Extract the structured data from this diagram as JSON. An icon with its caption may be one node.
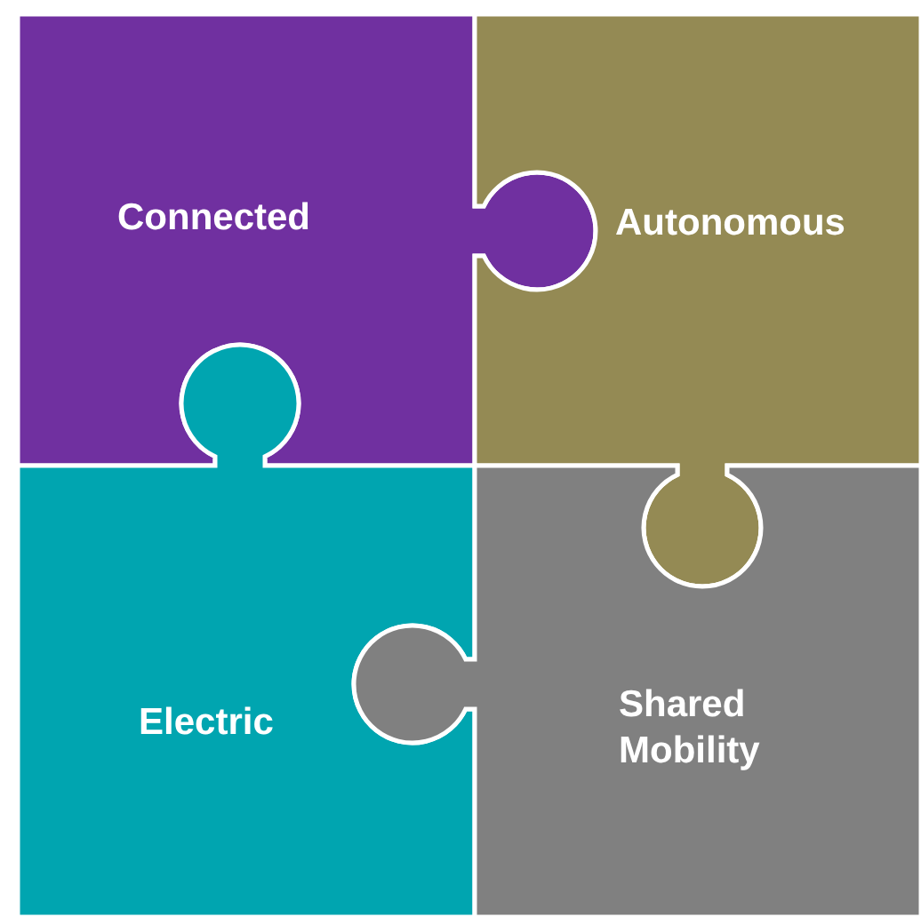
{
  "diagram": {
    "nodes": [
      {
        "text": [
          "Connected"
        ]
      },
      {
        "text": [
          "Autonomous"
        ]
      },
      {
        "text": [
          "Electric"
        ]
      },
      {
        "text": [
          "Shared Mobility"
        ]
      }
    ]
  }
}
